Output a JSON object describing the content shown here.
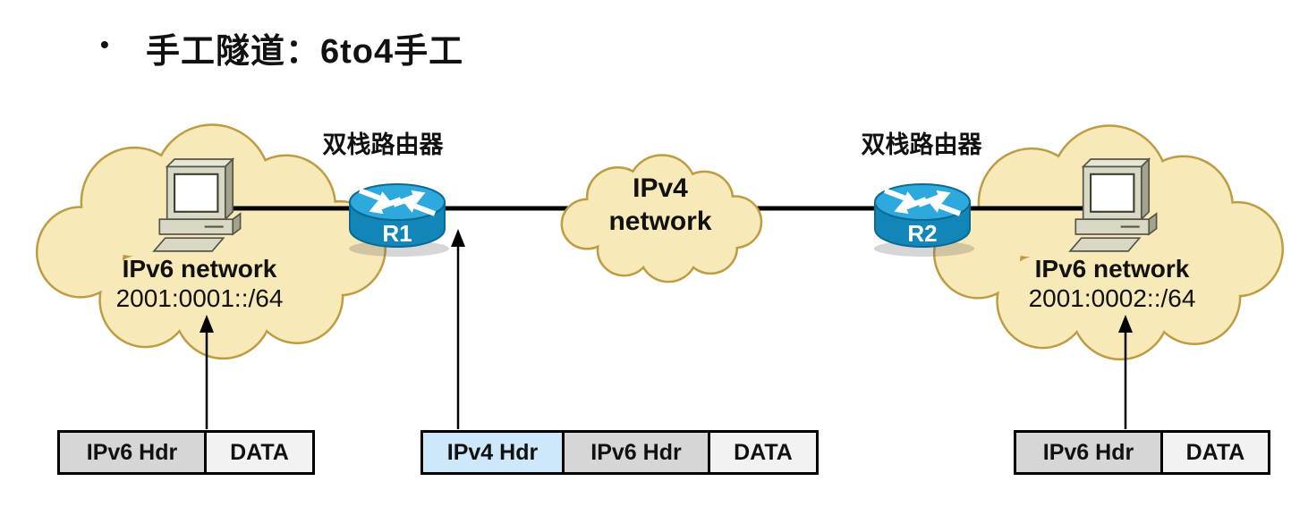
{
  "title": {
    "bullet": "•",
    "text": "手工隧道：6to4手工"
  },
  "labels": {
    "dual_stack_left": "双栈路由器",
    "dual_stack_right": "双栈路由器"
  },
  "networks": {
    "left": {
      "name": "IPv6 network",
      "prefix": "2001:0001::/64"
    },
    "core": {
      "line1": "IPv4",
      "line2": "network"
    },
    "right": {
      "name": "IPv6 network",
      "prefix": "2001:0002::/64"
    }
  },
  "routers": [
    {
      "id": "R1"
    },
    {
      "id": "R2"
    }
  ],
  "packets": {
    "left": {
      "cells": [
        {
          "label": "IPv6 Hdr",
          "type": "ipv6"
        },
        {
          "label": "DATA",
          "type": "data"
        }
      ]
    },
    "tunnel": {
      "cells": [
        {
          "label": "IPv4 Hdr",
          "type": "ipv4"
        },
        {
          "label": "IPv6 Hdr",
          "type": "ipv6"
        },
        {
          "label": "DATA",
          "type": "data"
        }
      ]
    },
    "right": {
      "cells": [
        {
          "label": "IPv6 Hdr",
          "type": "ipv6"
        },
        {
          "label": "DATA",
          "type": "data"
        }
      ]
    }
  },
  "colors": {
    "cloud_fill": "#F8E9B8",
    "cloud_border": "#BE9C43",
    "router_top": "#2EA9DD",
    "router_body": "#1286B8",
    "router_outline": "#0A6A94",
    "pc_body": "#D8D8C4",
    "ipv4_cell": "#CDE8FB",
    "ipv6_cell": "#D6D6D6",
    "data_cell": "#F2F2F2"
  }
}
